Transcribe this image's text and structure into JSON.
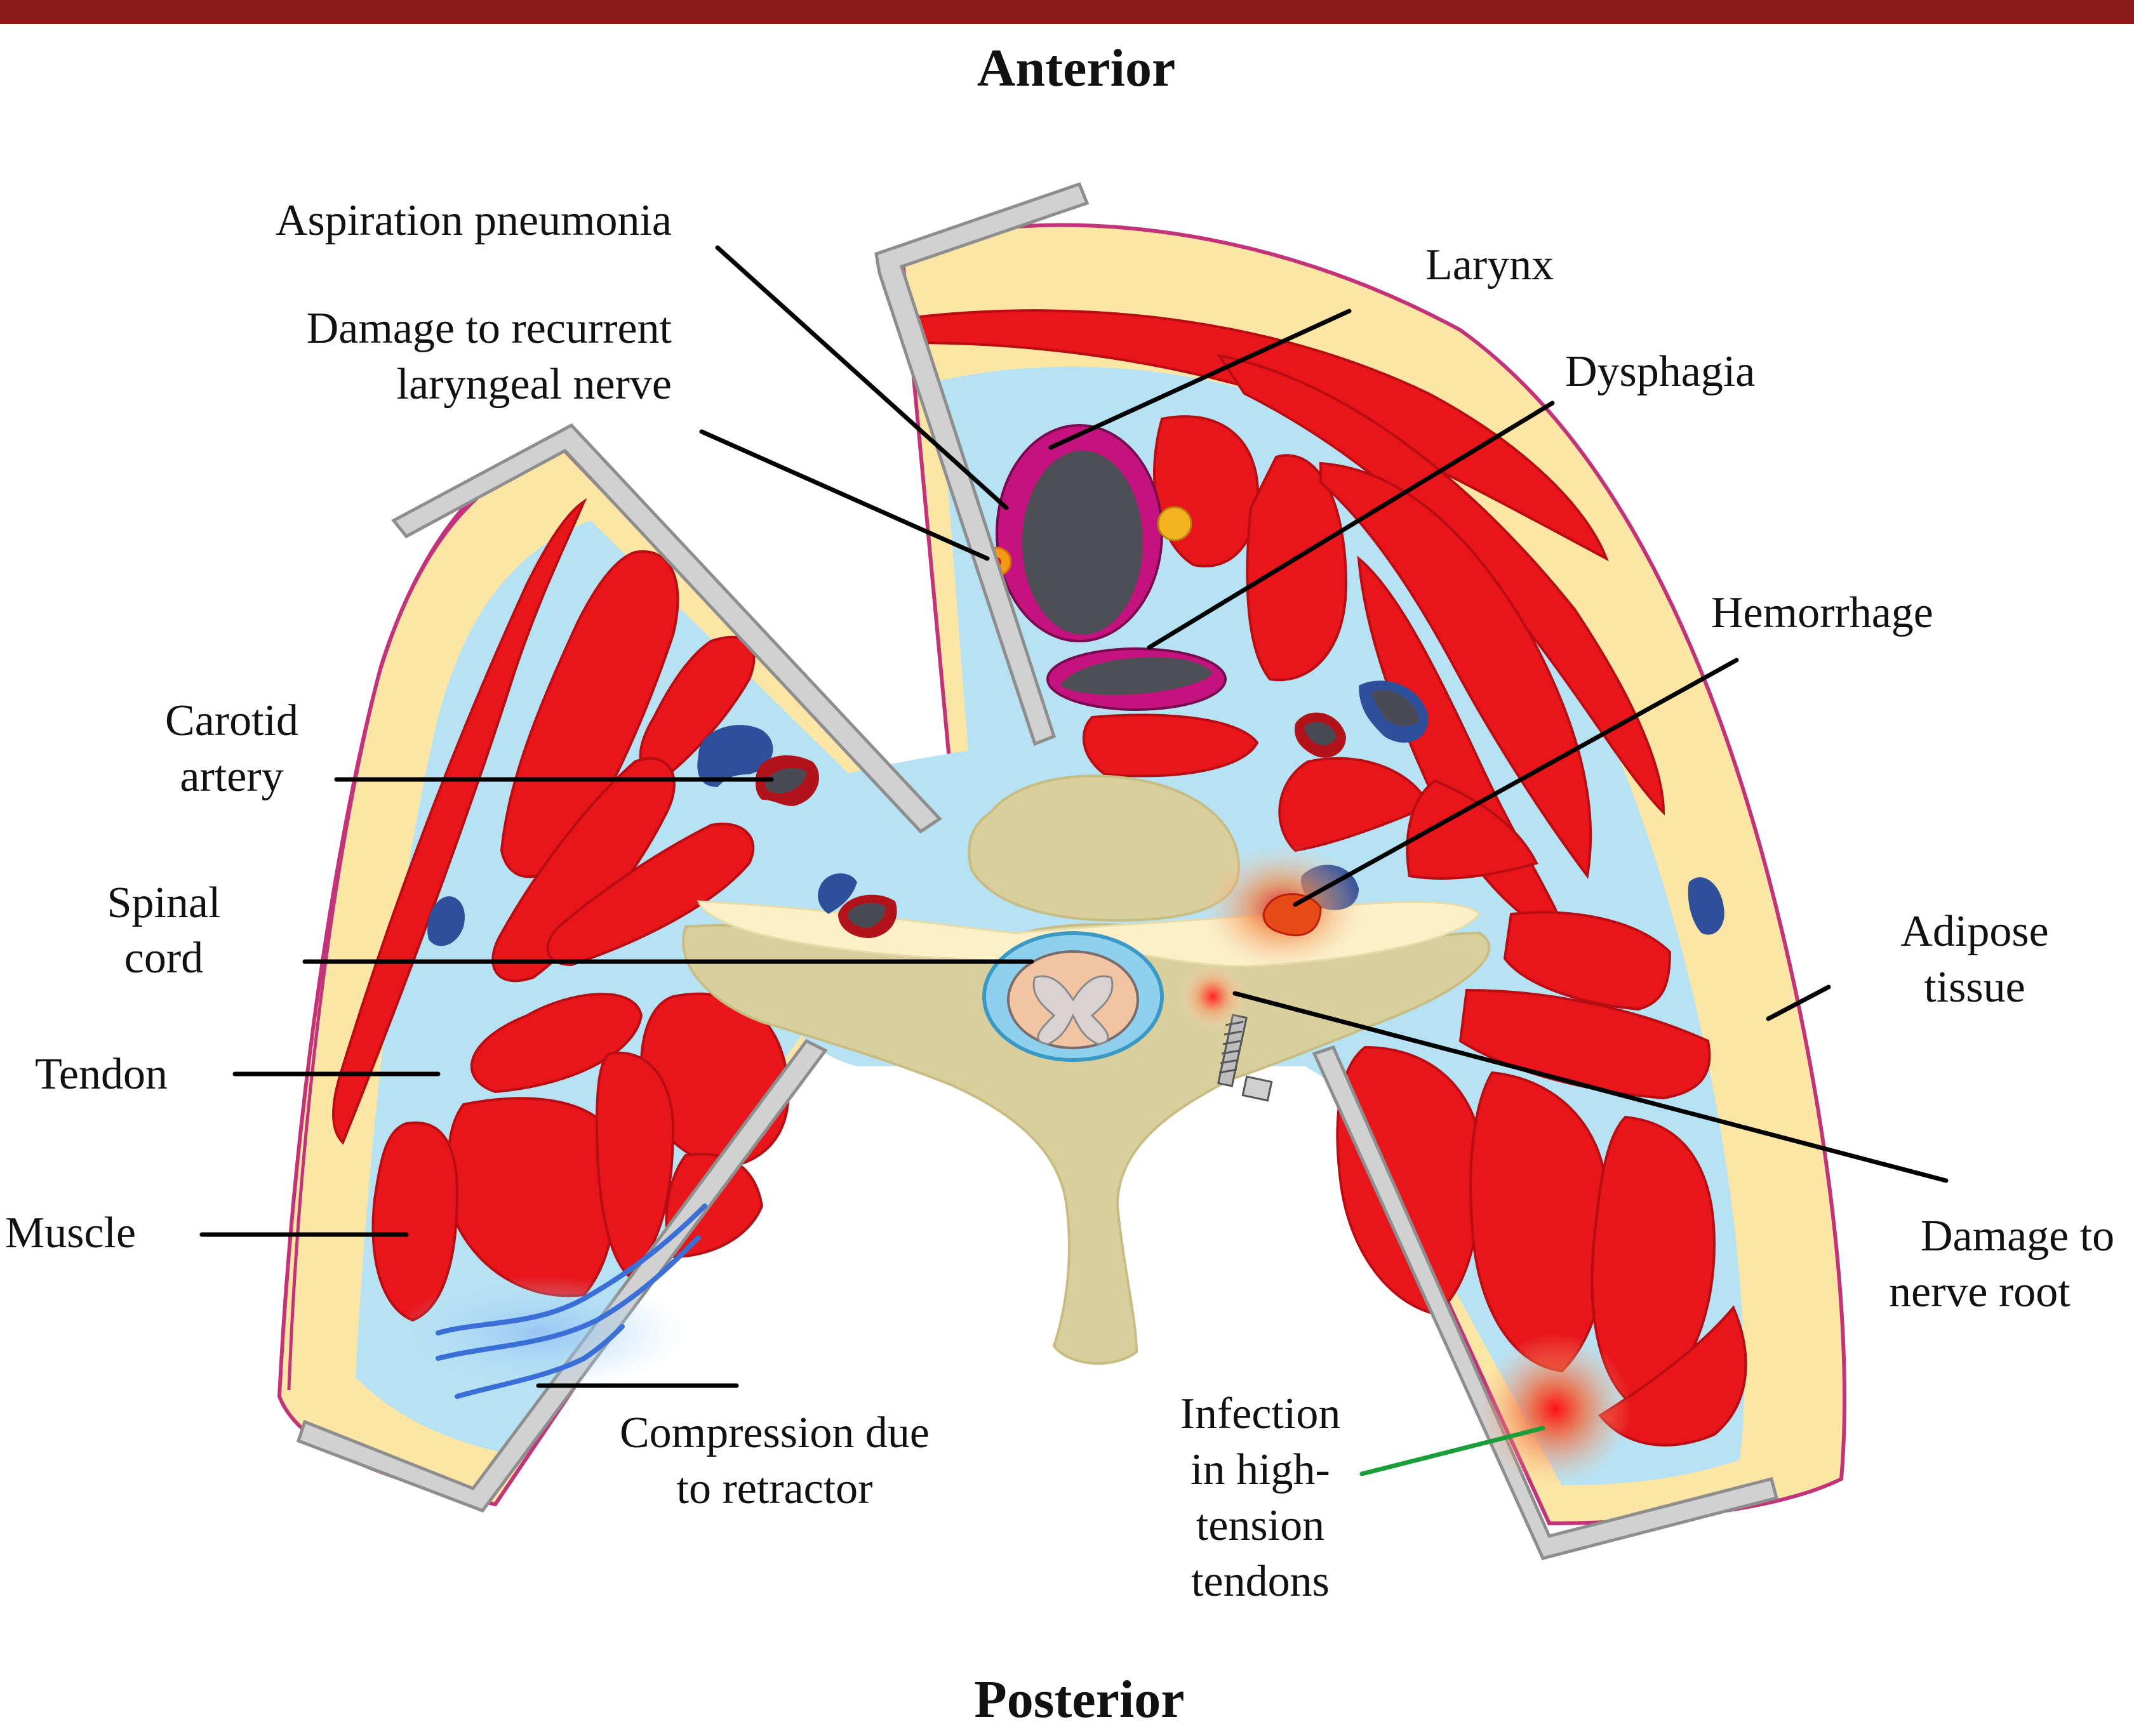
{
  "orientation": {
    "top": "Anterior",
    "bottom": "Posterior"
  },
  "labels": {
    "aspiration": "Aspiration pneumonia",
    "recurrent_1": "Damage to recurrent",
    "recurrent_2": "laryngeal nerve",
    "larynx": "Larynx",
    "dysphagia": "Dysphagia",
    "carotid_1": "Carotid",
    "carotid_2": "artery",
    "hemorrhage": "Hemorrhage",
    "spinal_1": "Spinal",
    "spinal_2": "cord",
    "adipose_1": "Adipose",
    "adipose_2": "tissue",
    "tendon": "Tendon",
    "muscle": "Muscle",
    "nerve_root_1": "Damage to",
    "nerve_root_2": "nerve root",
    "compression_1": "Compression due",
    "compression_2": "to retractor",
    "infection_1": "Infection",
    "infection_2": "in high-",
    "infection_3": "tension",
    "infection_4": "tendons"
  },
  "colors": {
    "top_bar": "#8b1a1a",
    "muscle": "#e8151b",
    "fascia": "#b7e2f3",
    "adipose": "#fbe6a6",
    "skin": "#c2337a",
    "bone": "#d8cf9c",
    "retractor": "#d1d1d1",
    "infection_leader": "#1a9e3a"
  }
}
